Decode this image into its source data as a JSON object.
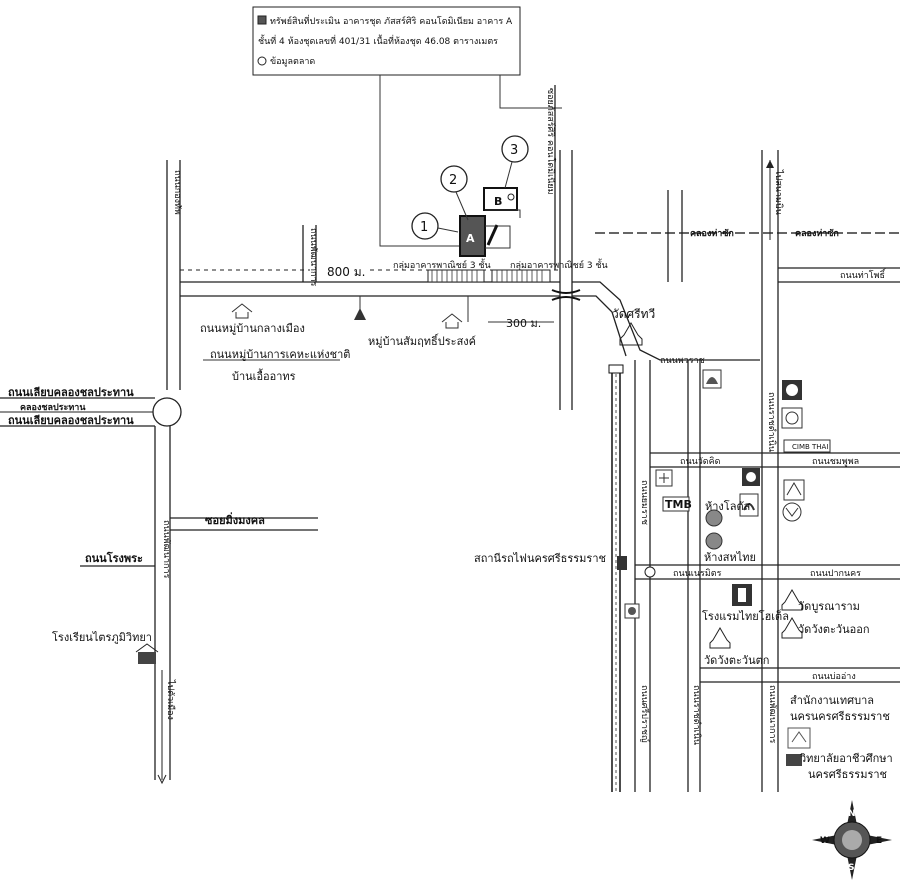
{
  "legend": {
    "line1": "ทรัพย์สินที่ประเมิน อาคารชุด ภัสสร์ศิริ คอนโดมิเนียม อาคาร A",
    "line2": "ชั้นที่ 4 ห้องชุดเลขที่ 401/31 เนื้อที่ห้องชุด 46.08 ตารางเมตร",
    "line3": "ข้อมูลตลาด"
  },
  "markers": {
    "m1": "1",
    "m2": "2",
    "m3": "3",
    "building_a": "A",
    "building_b": "B"
  },
  "distances": {
    "d800": "800 ม.",
    "d300": "300 ม."
  },
  "labels": {
    "shophouse_left": "กลุ่มอาคารพาณิชย์ 3 ชั้น",
    "shophouse_right": "กลุ่มอาคารพาณิชย์ 3 ชั้น",
    "soi_condo": "ซอยภัสสร์ศิริ คอนโดมิเนียม",
    "road_top_left": "ถนนกองทัพ",
    "road_vert_2": "ถนนพัฒนาการ",
    "village_klang": "ถนนหมู่บ้านกลางเมือง",
    "village_kheha": "ถนนหมู่บ้านการเคหะแห่งชาติ",
    "ban_uea": "บ้านเอื้ออาทร",
    "village_sam": "หมู่บ้านสัมฤทธิ์ประสงค์",
    "bypass_top": "ถนนเลียบคลองชลประทาน",
    "bypass_mid": "คลองชลประทาน",
    "bypass_bottom": "ถนนเลียบคลองชลประทาน",
    "road_vert_west": "ถนนพัฒนาการ",
    "soi_mingmongkol": "ซอยมิ่งมงคล",
    "road_rongphra": "ถนนโรงพระ",
    "school": "โรงเรียนไตรภูมิวิทยา",
    "road_to_city": "ไปตัวเมือง",
    "wat_sri_thawi": "วัดศรีทวี",
    "canal_left": "คลองท่าซัก",
    "canal_right": "คลองท่าซัก",
    "to_airport": "ไปสนามบิน",
    "road_tha_pho": "ถนนท่าโพธิ์",
    "road_phawarat": "ถนนพวราช",
    "road_ratchadamnoen": "ถนนราชดำเนิน",
    "road_watkhit": "ถนนวัดคิด",
    "road_chomphu": "ถนนชมพูพล",
    "road_yommarat": "ถนนยมราช",
    "cimb": "CIMB THAI",
    "tmb": "TMB",
    "dept_lotus": "ห้างโลตัส",
    "dept_sanghthai": "ห้างสหไทย",
    "railway_station": "สถานีรถไฟนครศรีธรรมราช",
    "road_neramit": "ถนนเนรมิตร",
    "road_paknakhon": "ถนนปากนคร",
    "hotel": "โรงแรมไทยโฮเต็ล",
    "wat_buranaram": "วัดบูรณาราม",
    "wat_wang_tawan_ok": "วัดวังตะวันออก",
    "wat_wang_tawan_tok": "วัดวังตะวันตก",
    "road_bo_ang": "ถนนบ่ออ่าง",
    "road_vert_south1": "ถนนศรีปราชญ์",
    "road_vert_south2": "ถนนราชดำเนิน",
    "road_vert_south3": "ถนนพัฒนาการ",
    "municipality1": "สำนักงานเทศบาล",
    "municipality2": "นครนครศรีธรรมราช",
    "college1": "วิทยาลัยอาชีวศึกษา",
    "college2": "นครศรีธรรมราช"
  },
  "compass": {
    "n": "N",
    "e": "E",
    "s": "S",
    "w": "W"
  }
}
